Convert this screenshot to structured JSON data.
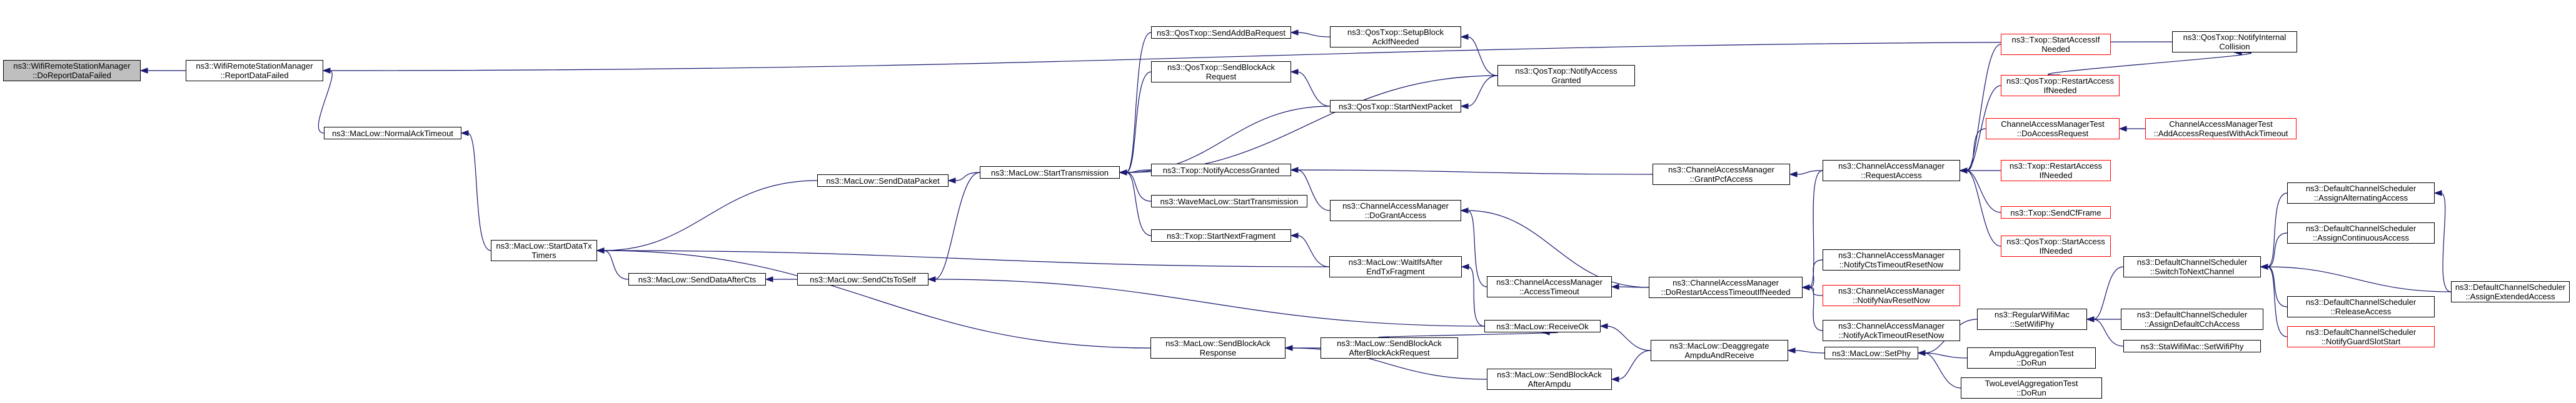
{
  "colors": {
    "edge": "#191970",
    "node_border": "#000000",
    "node_border_truncated": "#ff0000",
    "root_fill": "#bfbfbf"
  },
  "nodes": [
    {
      "id": "n0",
      "lines": [
        "ns3::WifiRemoteStationManager",
        "::DoReportDataFailed"
      ]
    },
    {
      "id": "n1",
      "lines": [
        "ns3::WifiRemoteStationManager",
        "::ReportDataFailed"
      ]
    },
    {
      "id": "n2",
      "lines": [
        "ns3::QosTxop::NotifyInternal",
        "Collision"
      ]
    },
    {
      "id": "n3",
      "lines": [
        "ns3::MacLow::NormalAckTimeout"
      ]
    },
    {
      "id": "n4",
      "lines": [
        "ns3::MacLow::StartDataTx",
        "Timers"
      ]
    },
    {
      "id": "n5",
      "lines": [
        "ns3::MacLow::SendDataPacket"
      ]
    },
    {
      "id": "n6",
      "lines": [
        "ns3::MacLow::StartTransmission"
      ]
    },
    {
      "id": "n7",
      "lines": [
        "ns3::QosTxop::SendAddBaRequest"
      ]
    },
    {
      "id": "n8",
      "lines": [
        "ns3::QosTxop::SetupBlock",
        "AckIfNeeded"
      ]
    },
    {
      "id": "n9",
      "lines": [
        "ns3::QosTxop::NotifyAccess",
        "Granted"
      ]
    },
    {
      "id": "n10",
      "lines": [
        "ns3::QosTxop::SendBlockAck",
        "Request"
      ]
    },
    {
      "id": "n11",
      "lines": [
        "ns3::QosTxop::StartNextPacket"
      ]
    },
    {
      "id": "n12",
      "lines": [
        "ns3::Txop::NotifyAccessGranted"
      ]
    },
    {
      "id": "n13",
      "lines": [
        "ns3::WaveMacLow::StartTransmission"
      ]
    },
    {
      "id": "n14",
      "lines": [
        "ns3::Txop::StartNextFragment"
      ]
    },
    {
      "id": "n15",
      "lines": [
        "ns3::ChannelAccessManager",
        "::DoGrantAccess"
      ]
    },
    {
      "id": "n16",
      "lines": [
        "ns3::ChannelAccessManager",
        "::GrantPcfAccess"
      ]
    },
    {
      "id": "n17",
      "lines": [
        "ns3::ChannelAccessManager",
        "::AccessTimeout"
      ]
    },
    {
      "id": "n18",
      "lines": [
        "ns3::ChannelAccessManager",
        "::RequestAccess"
      ]
    },
    {
      "id": "n19",
      "lines": [
        "ns3::ChannelAccessManager",
        "::DoRestartAccessTimeoutIfNeeded"
      ]
    },
    {
      "id": "n20",
      "lines": [
        "ns3::ChannelAccessManager",
        "::NotifyCtsTimeoutResetNow"
      ]
    },
    {
      "id": "n21",
      "lines": [
        "ns3::ChannelAccessManager",
        "::NotifyNavResetNow"
      ]
    },
    {
      "id": "n22",
      "lines": [
        "ns3::ChannelAccessManager",
        "::NotifyAckTimeoutResetNow"
      ]
    },
    {
      "id": "n23",
      "lines": [
        "ns3::Txop::StartAccessIf",
        "Needed"
      ]
    },
    {
      "id": "n24",
      "lines": [
        "ns3::QosTxop::RestartAccess",
        "IfNeeded"
      ]
    },
    {
      "id": "n25",
      "lines": [
        "ChannelAccessManagerTest",
        "::DoAccessRequest"
      ]
    },
    {
      "id": "n26",
      "lines": [
        "ChannelAccessManagerTest",
        "::AddAccessRequestWithAckTimeout"
      ]
    },
    {
      "id": "n27",
      "lines": [
        "ns3::Txop::RestartAccess",
        "IfNeeded"
      ]
    },
    {
      "id": "n28",
      "lines": [
        "ns3::Txop::SendCfFrame"
      ]
    },
    {
      "id": "n29",
      "lines": [
        "ns3::QosTxop::StartAccess",
        "IfNeeded"
      ]
    },
    {
      "id": "n30",
      "lines": [
        "ns3::MacLow::SendDataAfterCts"
      ]
    },
    {
      "id": "n31",
      "lines": [
        "ns3::MacLow::SendCtsToSelf"
      ]
    },
    {
      "id": "n32",
      "lines": [
        "ns3::MacLow::WaitIfsAfter",
        "EndTxFragment"
      ]
    },
    {
      "id": "n33",
      "lines": [
        "ns3::MacLow::ReceiveOk"
      ]
    },
    {
      "id": "n34",
      "lines": [
        "ns3::MacLow::SendBlockAck",
        "Response"
      ]
    },
    {
      "id": "n35",
      "lines": [
        "ns3::MacLow::SendBlockAck",
        "AfterBlockAckRequest"
      ]
    },
    {
      "id": "n36",
      "lines": [
        "ns3::MacLow::SendBlockAck",
        "AfterAmpdu"
      ]
    },
    {
      "id": "n37",
      "lines": [
        "ns3::MacLow::Deaggregate",
        "AmpduAndReceive"
      ]
    },
    {
      "id": "n38",
      "lines": [
        "ns3::MacLow::SetPhy"
      ]
    },
    {
      "id": "n39",
      "lines": [
        "ns3::RegularWifiMac",
        "::SetWifiPhy"
      ]
    },
    {
      "id": "n40",
      "lines": [
        "AmpduAggregationTest",
        "::DoRun"
      ]
    },
    {
      "id": "n41",
      "lines": [
        "TwoLevelAggregationTest",
        "::DoRun"
      ]
    },
    {
      "id": "n42",
      "lines": [
        "ns3::DefaultChannelScheduler",
        "::SwitchToNextChannel"
      ]
    },
    {
      "id": "n43",
      "lines": [
        "ns3::DefaultChannelScheduler",
        "::AssignDefaultCchAccess"
      ]
    },
    {
      "id": "n44",
      "lines": [
        "ns3::StaWifiMac::SetWifiPhy"
      ]
    },
    {
      "id": "n45",
      "lines": [
        "ns3::DefaultChannelScheduler",
        "::AssignAlternatingAccess"
      ]
    },
    {
      "id": "n46",
      "lines": [
        "ns3::DefaultChannelScheduler",
        "::AssignContinuousAccess"
      ]
    },
    {
      "id": "n47",
      "lines": [
        "ns3::DefaultChannelScheduler",
        "::AssignExtendedAccess"
      ]
    },
    {
      "id": "n48",
      "lines": [
        "ns3::DefaultChannelScheduler",
        "::ReleaseAccess"
      ]
    },
    {
      "id": "n49",
      "lines": [
        "ns3::DefaultChannelScheduler",
        "::NotifyGuardSlotStart"
      ]
    }
  ]
}
